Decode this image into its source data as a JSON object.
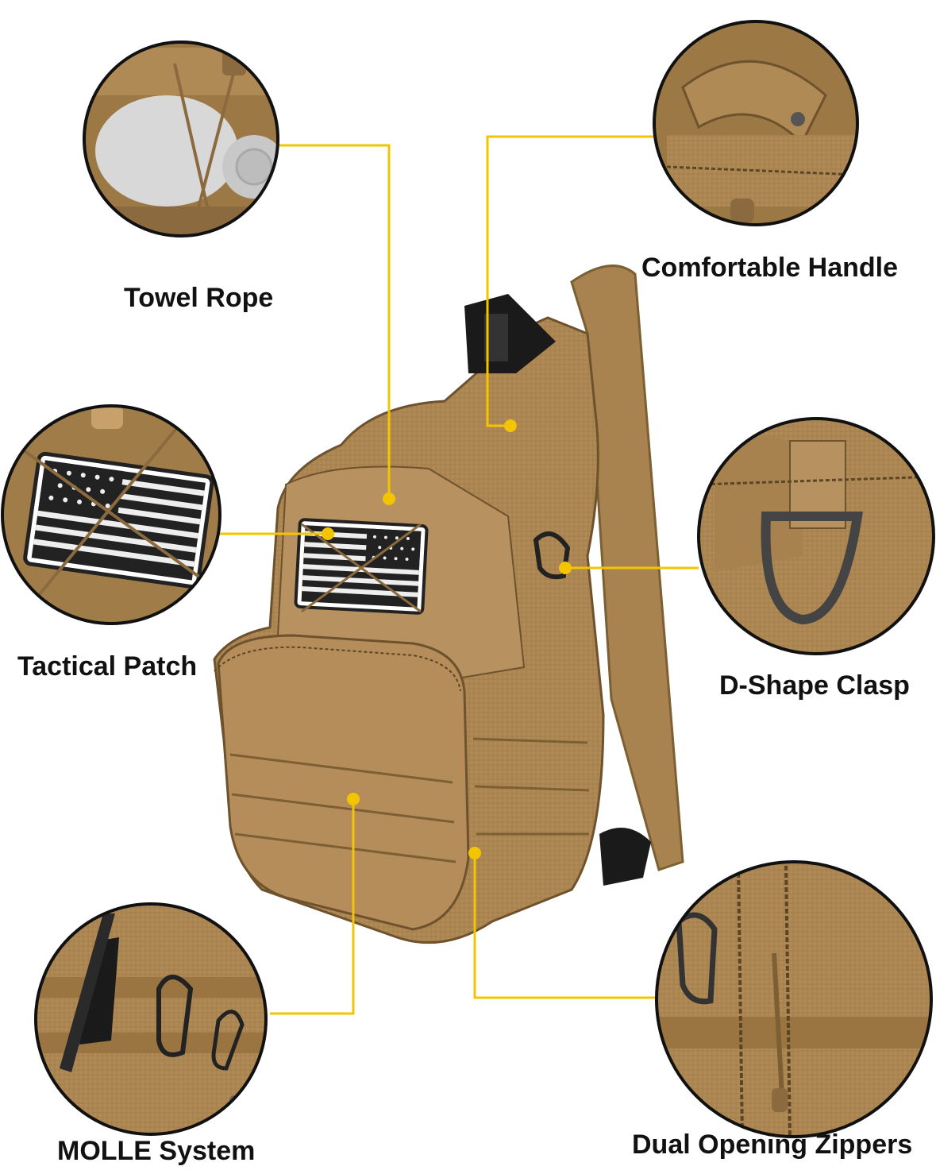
{
  "labels": {
    "towel_rope": "Towel Rope",
    "comfortable_handle": "Comfortable Handle",
    "tactical_patch": "Tactical Patch",
    "d_shape_clasp": "D-Shape Clasp",
    "molle_system": "MOLLE System",
    "dual_opening_zippers": "Dual Opening Zippers"
  },
  "colors": {
    "callout_line": "#f2c500",
    "bag_tan": "#b08a55",
    "bag_shadow": "#8a6a3e",
    "circle_border": "#111111"
  },
  "icons": {
    "patch": "american-flag-icon"
  }
}
